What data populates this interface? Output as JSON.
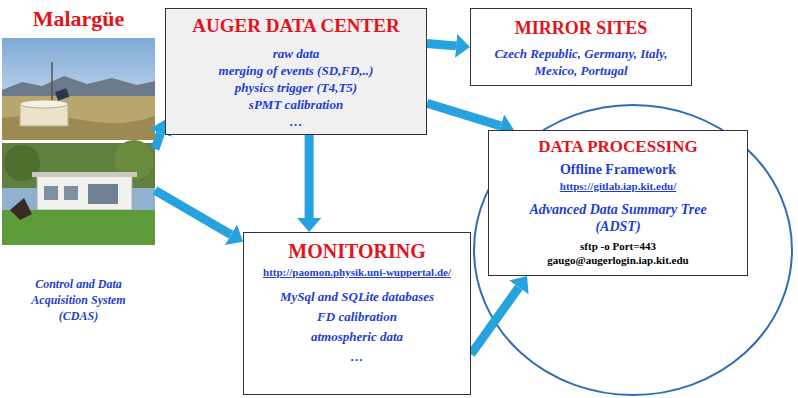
{
  "diagram": {
    "nodes": [
      {
        "text": [
          "Malargüe",
          "Control and Data Acquisition System (CDAS)"
        ]
      },
      {
        "text": [
          "AUGER DATA CENTER",
          "raw data",
          "merging of events (SD,FD,..)",
          "physics trigger (T4,T5)",
          "sPMT calibration",
          "…"
        ]
      },
      {
        "text": [
          "MIRROR SITES",
          "Czech Republic, Germany, Italy, Mexico, Portugal"
        ]
      },
      {
        "text": [
          "MONITORING",
          "http://paomon.physik.uni-wuppertal.de/",
          "MySql and SQLite databases",
          "FD calibration",
          "atmospheric data",
          "…"
        ]
      },
      {
        "text": [
          "DATA PROCESSING",
          "Offline Framework",
          "https://gitlab.iap.kit.edu/",
          "Advanced Data Summary Tree (ADST)",
          "sftp -o Port=443",
          "gaugo@augerlogin.iap.kit.edu"
        ]
      }
    ],
    "edges": [
      {
        "from": 0,
        "to": 1,
        "arrow": "to"
      },
      {
        "from": 0,
        "to": 3,
        "arrow": "to"
      },
      {
        "from": 1,
        "to": 2,
        "arrow": "to"
      },
      {
        "from": 1,
        "to": 3,
        "arrow": "to"
      },
      {
        "from": 1,
        "to": 4,
        "arrow": "to"
      },
      {
        "from": 3,
        "to": 4,
        "arrow": "to"
      }
    ]
  }
}
